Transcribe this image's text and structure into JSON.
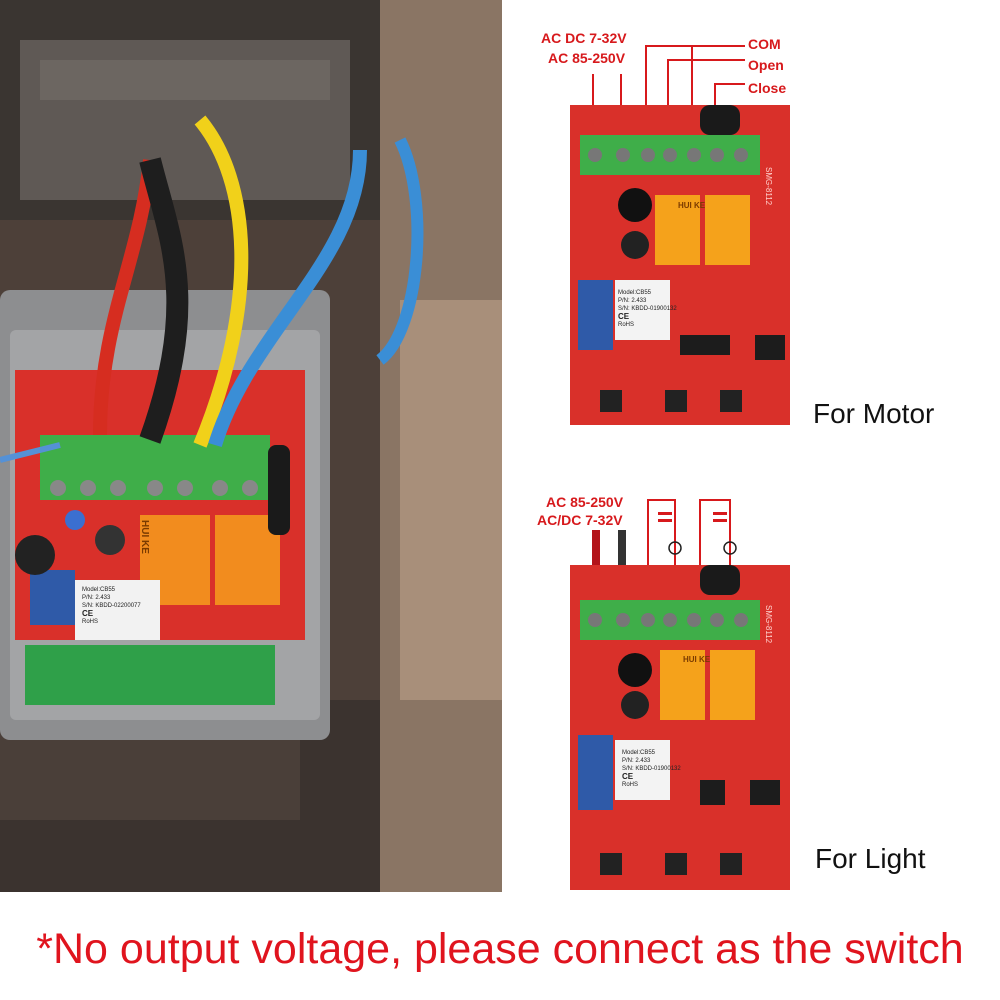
{
  "photo": {
    "module": {
      "model": "Model:CB55",
      "pn": "P/N: 2.433",
      "sn": "S/N: KBDD-02200077",
      "ce": "CE",
      "rohs": "RoHS"
    },
    "relay_brand": "HUI KE"
  },
  "motor_diagram": {
    "labels": {
      "ac_dc": "AC  DC 7-32V",
      "ac_high": "AC  85-250V",
      "com": "COM",
      "open": "Open",
      "close": "Close"
    },
    "caption": "For Motor",
    "board": {
      "silkscreen": "SMG-8112",
      "module_model": "Model:CB55",
      "module_pn": "P/N: 2.433",
      "module_sn": "S/N: KBDD-01900132",
      "module_ce": "CE",
      "module_rohs": "RoHS",
      "relay_brand": "HUI KE"
    }
  },
  "light_diagram": {
    "labels": {
      "ac_high": "AC 85-250V",
      "ac_dc": "AC/DC 7-32V"
    },
    "caption": "For Light",
    "board": {
      "silkscreen": "SMG-8112",
      "module_model": "Model:CB55",
      "module_pn": "P/N: 2.433",
      "module_sn": "S/N: KBDD-01900132",
      "module_ce": "CE",
      "module_rohs": "RoHS",
      "relay_brand": "HUI KE"
    }
  },
  "footer": {
    "note": "*No output voltage, please connect as the switch"
  },
  "colors": {
    "accent_red": "#e0141e",
    "board_red": "#d9302a",
    "terminal_green": "#3fae49"
  }
}
